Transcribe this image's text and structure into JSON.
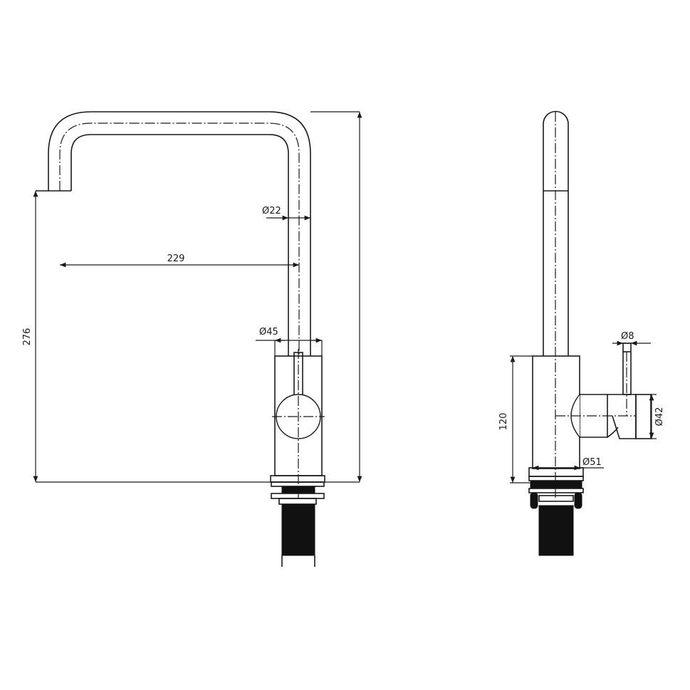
{
  "drawing": {
    "type": "technical-drawing",
    "subject": "kitchen mixer tap with square-bend spout",
    "stroke_color": "#1a1a1a",
    "background": "#ffffff"
  },
  "front_view": {
    "dimensions": {
      "spout_diameter": "Ø22",
      "spout_reach": "229",
      "body_diameter": "Ø45",
      "overall_height": "276"
    }
  },
  "side_view": {
    "dimensions": {
      "lever_diameter": "Ø8",
      "handle_diameter": "Ø42",
      "body_height": "120",
      "base_diameter": "Ø51"
    }
  }
}
